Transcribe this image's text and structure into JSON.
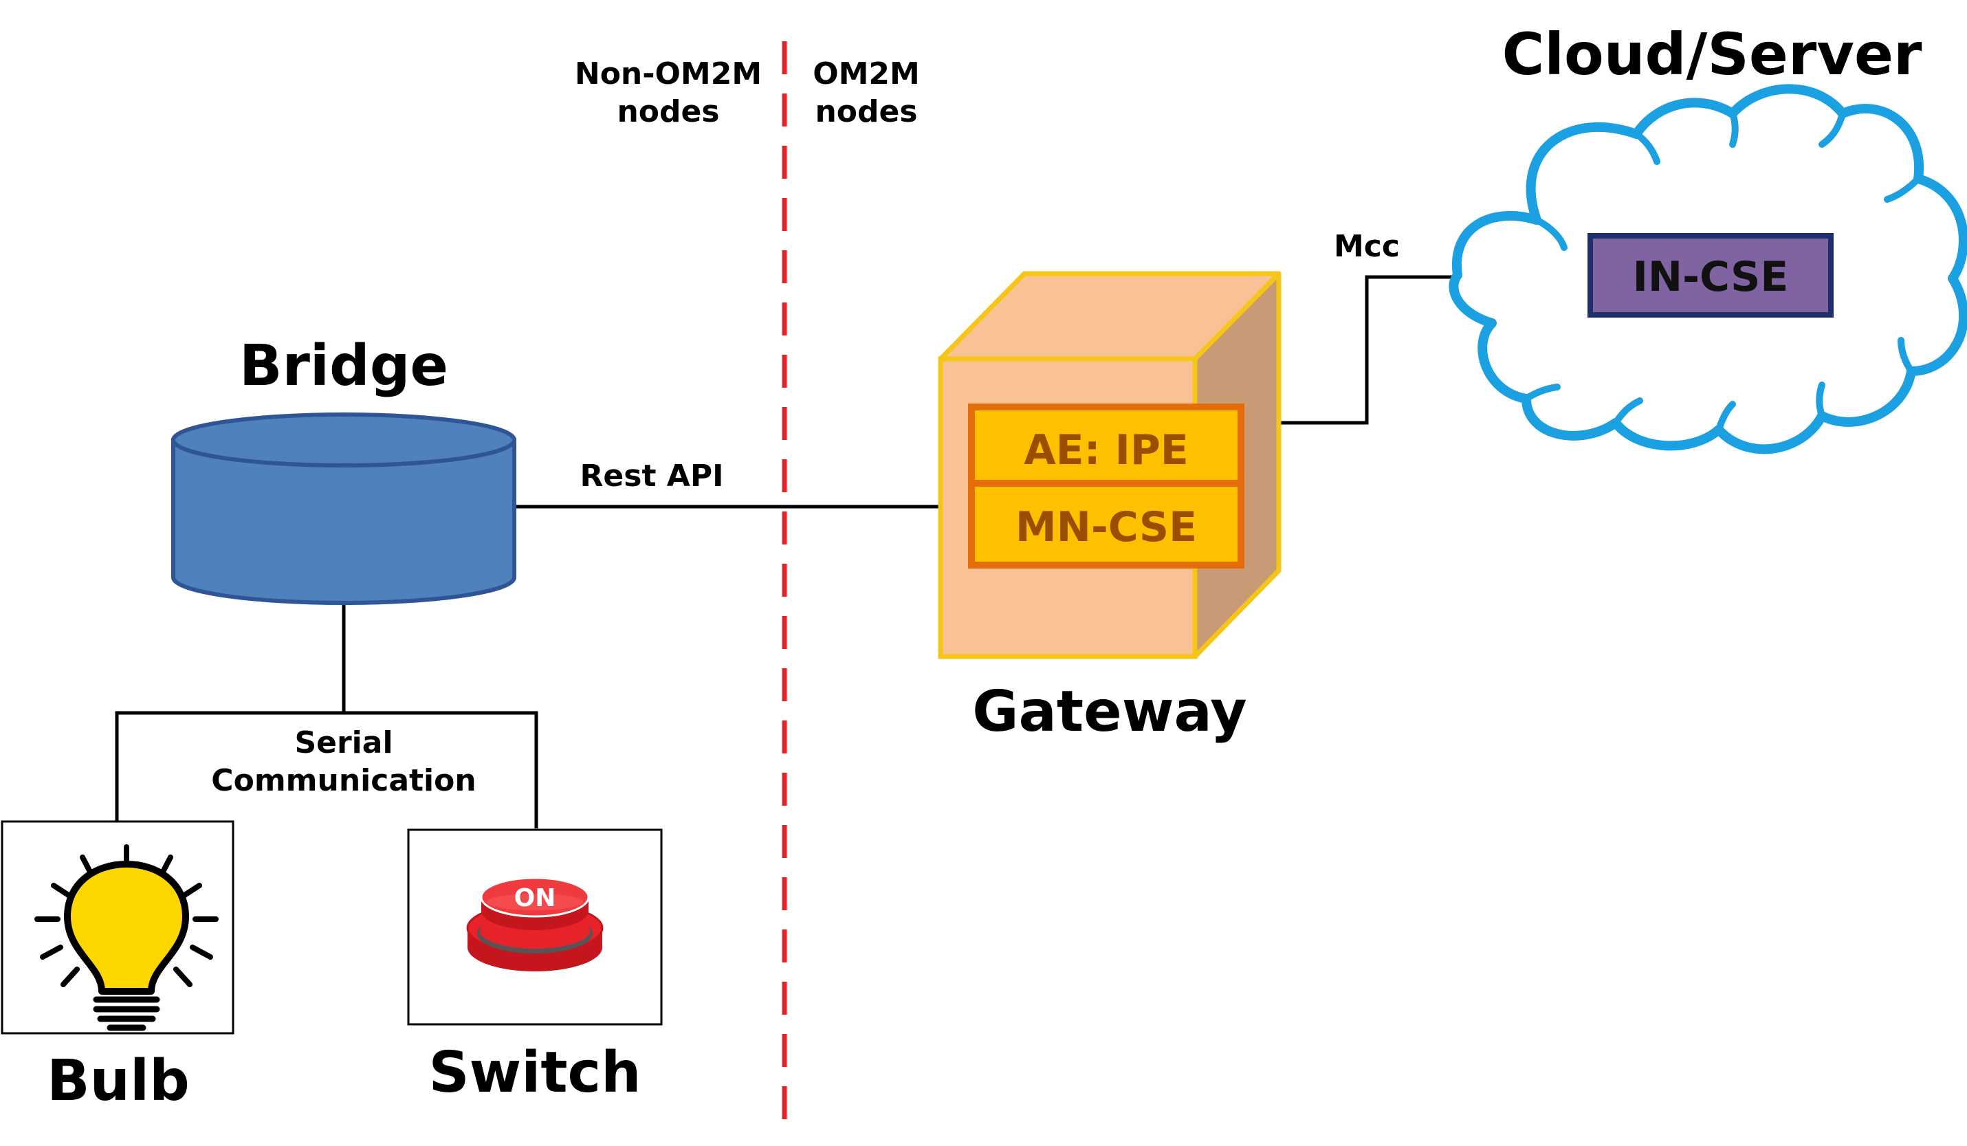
{
  "divider": {
    "left_label": [
      "Non-OM2M",
      "nodes"
    ],
    "right_label": [
      "OM2M",
      "nodes"
    ]
  },
  "cloud": {
    "title": "Cloud/Server",
    "box": "IN-CSE"
  },
  "bridge": {
    "title": "Bridge"
  },
  "gateway": {
    "title": "Gateway",
    "layer_top": "AE: IPE",
    "layer_bottom": "MN-CSE"
  },
  "links": {
    "rest_api": "Rest API",
    "mcc": "Mcc",
    "serial": [
      "Serial",
      "Communication"
    ]
  },
  "devices": {
    "bulb": "Bulb",
    "switch": "Switch",
    "switch_button_text": "ON"
  },
  "colors": {
    "divider": "#e8222a",
    "cylinder": "#4f81bd",
    "cylinder_stroke": "#2f5597",
    "cube_front": "#f8c294",
    "cube_side": "#c89b76",
    "cube_stroke": "#f5c518",
    "layer_fill": "#ffc000",
    "layer_stroke": "#e46c0a",
    "layer_text": "#9a4f00",
    "cloud_stroke": "#1ba1e2",
    "in_cse_fill": "#8064a2",
    "in_cse_stroke": "#1f2f6b",
    "bulb_fill": "#ffd700",
    "switch_red": "#e8222a"
  }
}
